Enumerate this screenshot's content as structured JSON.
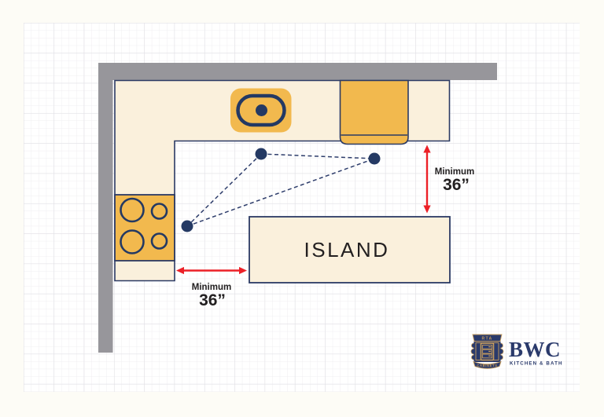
{
  "diagram": {
    "island_label": "ISLAND",
    "clearance_right": {
      "line1": "Minimum",
      "line2": "36”"
    },
    "clearance_bottom": {
      "line1": "Minimum",
      "line2": "36”"
    }
  },
  "logo": {
    "emblem_top": "RTA",
    "emblem_bottom": "CABINETS",
    "brand": "BWC",
    "tagline": "KITCHEN & BATH"
  },
  "colors": {
    "wall_gray": "#97969B",
    "counter_cream": "#FAF0DC",
    "appliance_yellow": "#F2B94E",
    "outline_navy": "#2B3A64",
    "triangle_navy": "#243963",
    "arrow_red": "#EC2027",
    "label_dark": "#232021",
    "brand_navy": "#2A3A6B",
    "brand_gold": "#C69C5D"
  }
}
